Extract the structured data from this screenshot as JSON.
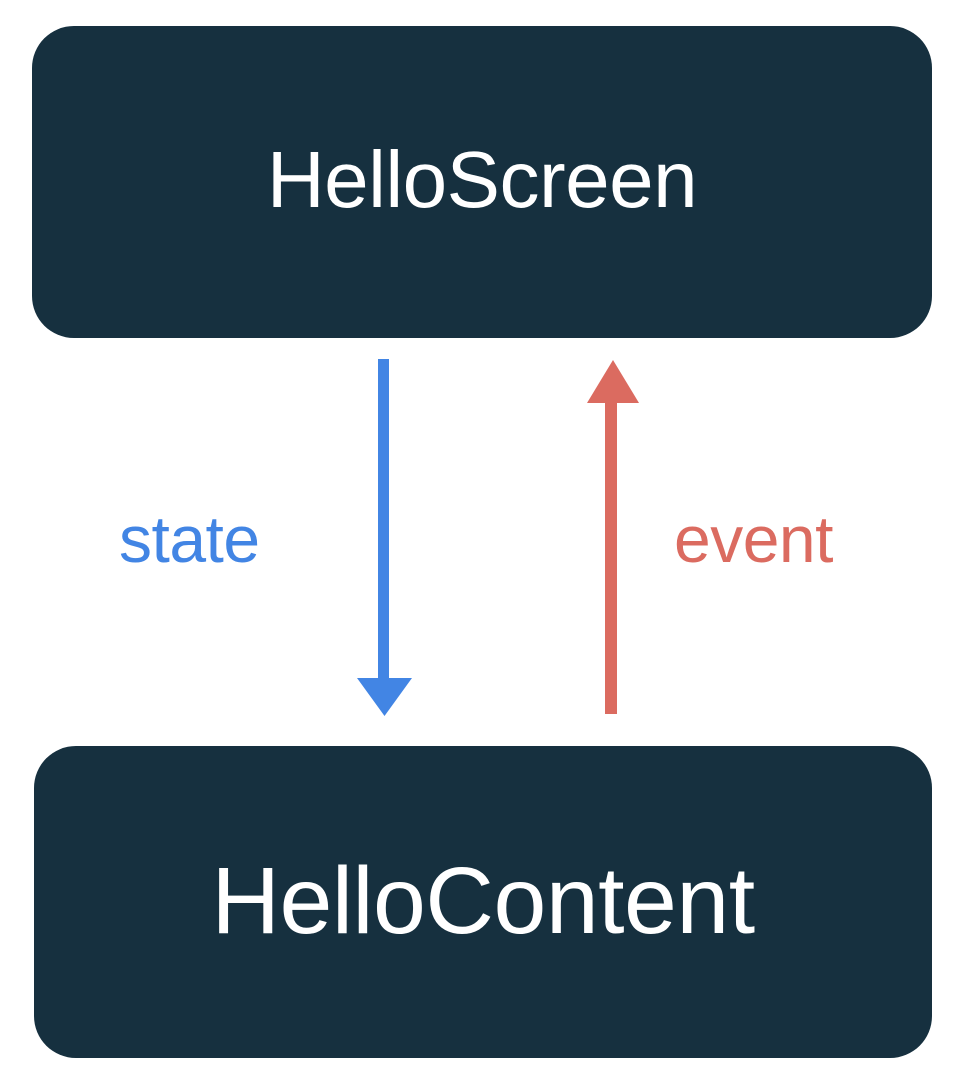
{
  "diagram": {
    "type": "unidirectional-data-flow",
    "background_color": "#ffffff",
    "nodes": [
      {
        "id": "hello-screen",
        "label": "HelloScreen",
        "fill_color": "#16303f",
        "text_color": "#ffffff",
        "shape": "rounded-rectangle"
      },
      {
        "id": "hello-content",
        "label": "HelloContent",
        "fill_color": "#16303f",
        "text_color": "#ffffff",
        "shape": "rounded-rectangle"
      }
    ],
    "edges": [
      {
        "id": "state-edge",
        "label": "state",
        "from": "hello-screen",
        "to": "hello-content",
        "direction": "down",
        "color": "#4285e4",
        "arrowhead_icon": "arrow-down-icon"
      },
      {
        "id": "event-edge",
        "label": "event",
        "from": "hello-content",
        "to": "hello-screen",
        "direction": "up",
        "color": "#db6b60",
        "arrowhead_icon": "arrow-up-icon"
      }
    ]
  }
}
